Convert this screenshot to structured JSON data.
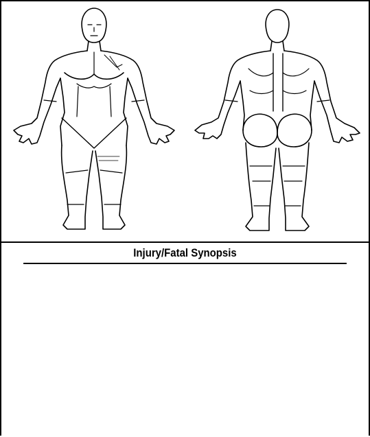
{
  "form": {
    "synopsis_heading": "Injury/Fatal Synopsis",
    "synopsis_text": ""
  },
  "diagram": {
    "front_view": "front-body-outline",
    "back_view": "back-body-outline"
  }
}
